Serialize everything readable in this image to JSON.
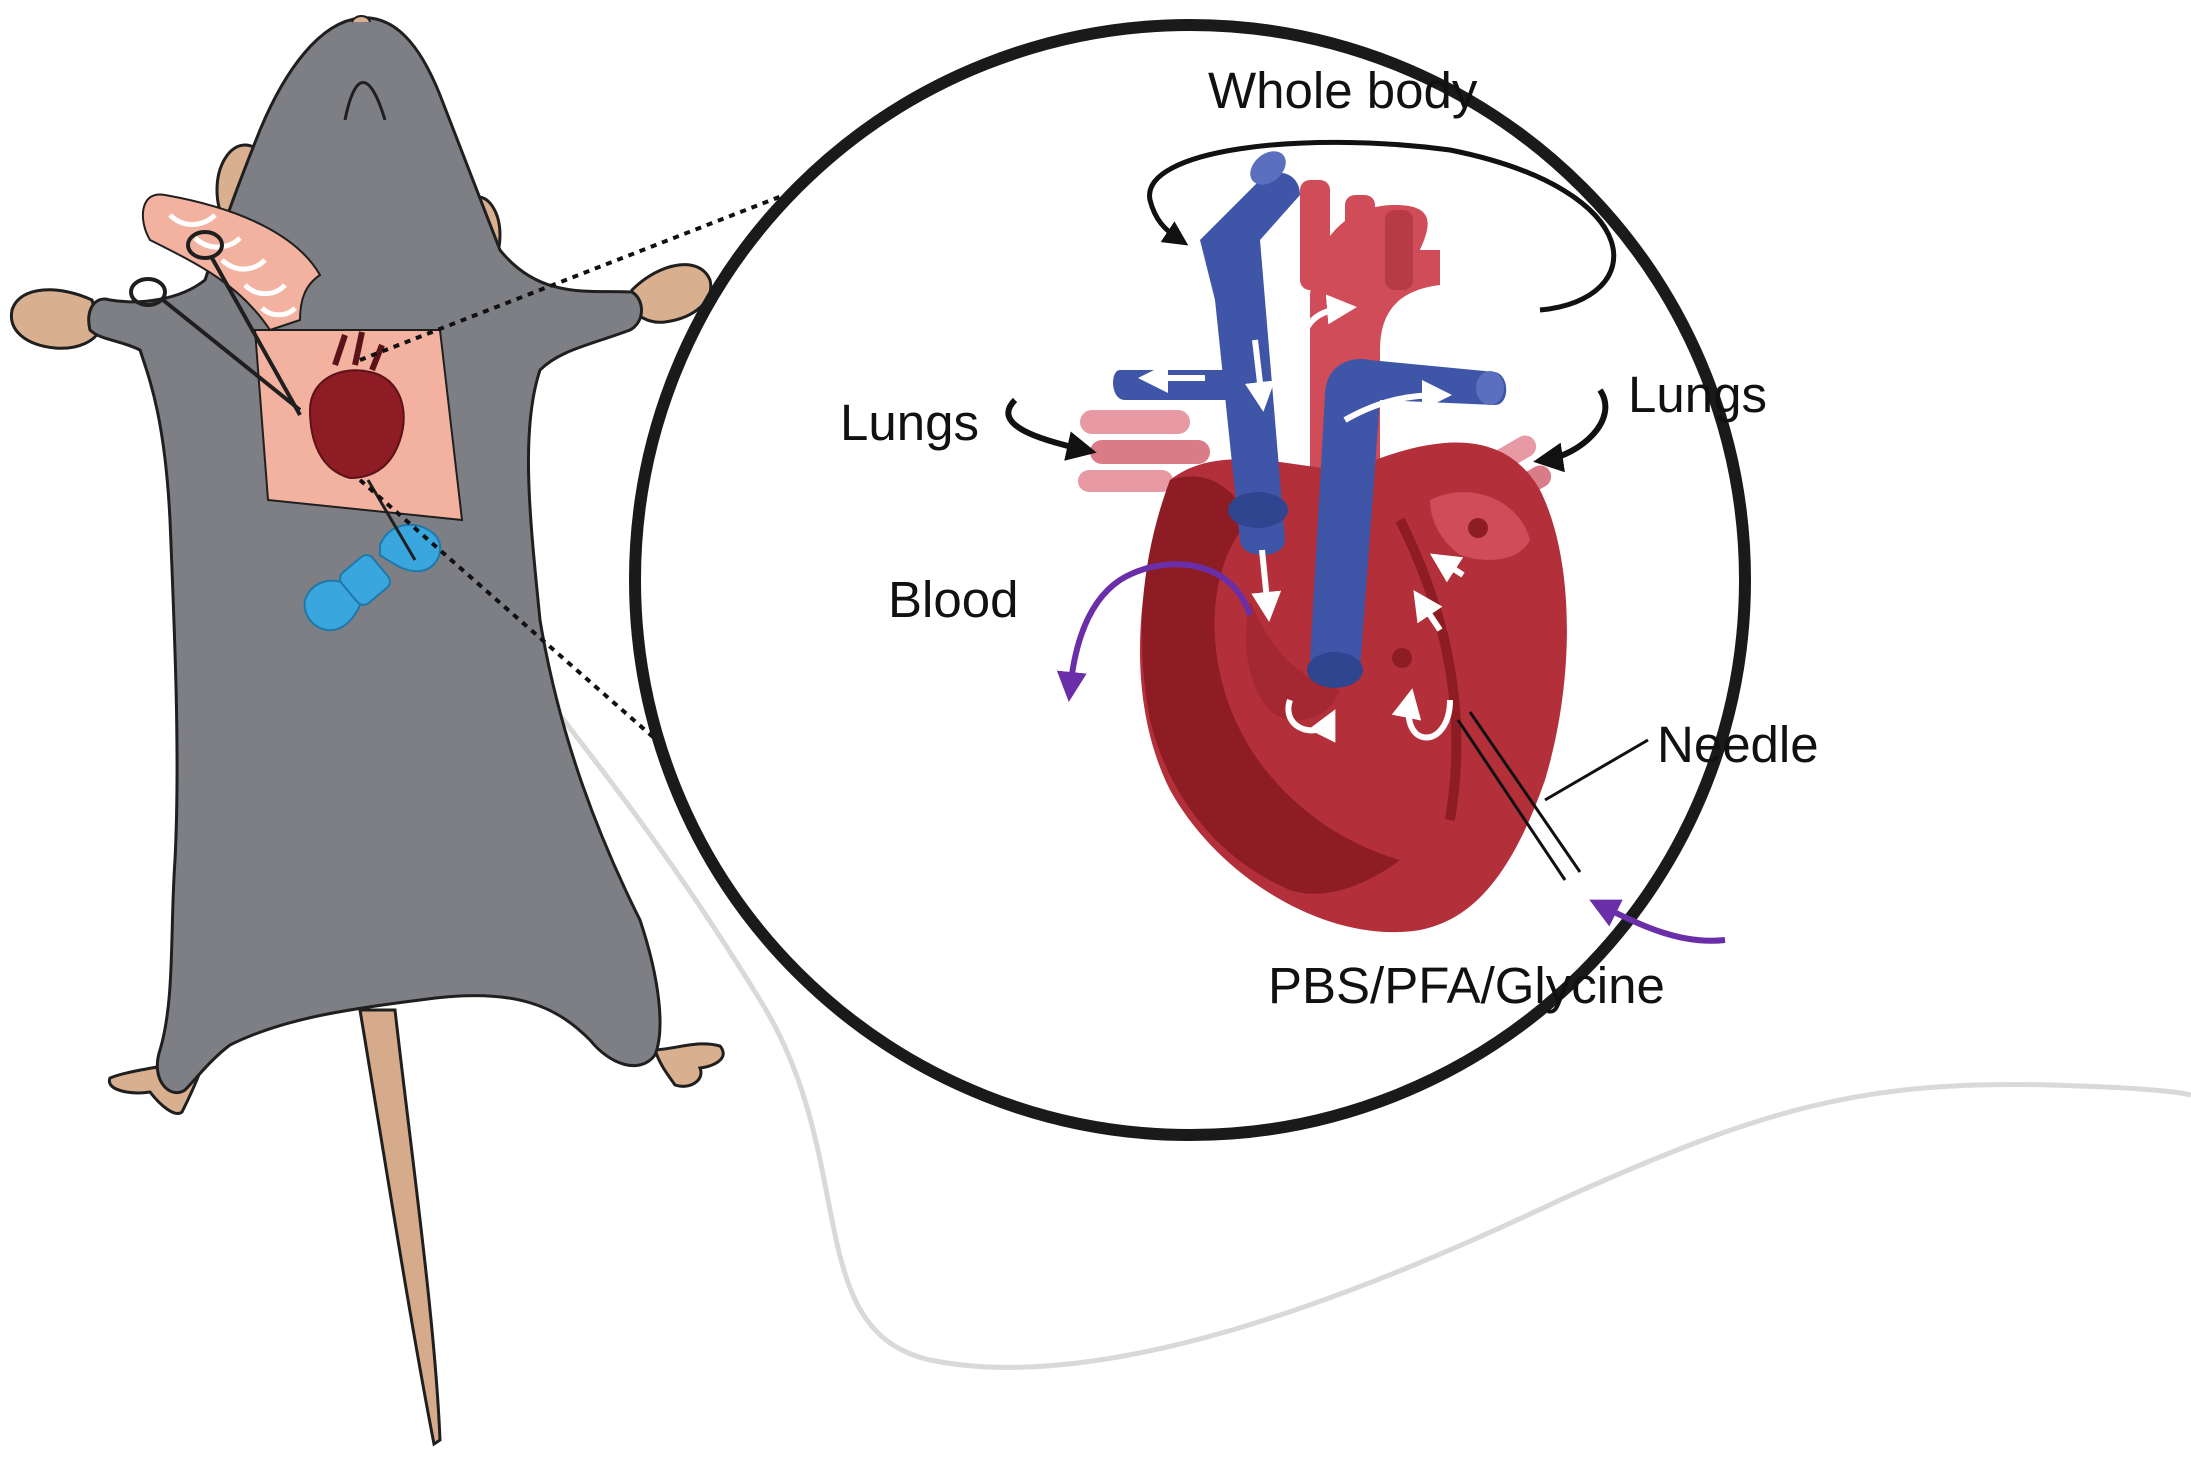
{
  "labels": {
    "whole_body": "Whole body",
    "lungs_left": "Lungs",
    "lungs_right": "Lungs",
    "blood": "Blood",
    "needle": "Needle",
    "solution": "PBS/PFA/Glycine"
  },
  "colors": {
    "mouse_body": "#7d7f85",
    "mouse_outline": "#1f1f1f",
    "skin_pink": "#f3b29f",
    "paw": "#d9b08f",
    "tail": "#d6ab8c",
    "heart_dark": "#8e1c25",
    "heart_main": "#b3303a",
    "artery_red": "#cf4c58",
    "vein_blue": "#3f56a8",
    "lung_pink": "#e79aa3",
    "butterfly_needle": "#3aa6de",
    "injection_arrow": "#6a2fa8",
    "flow_arrow": "#ffffff",
    "tube": "#d9d9d9"
  },
  "icons": [
    "mouse",
    "scissors",
    "heart",
    "butterfly-needle",
    "magnifier-circle"
  ]
}
